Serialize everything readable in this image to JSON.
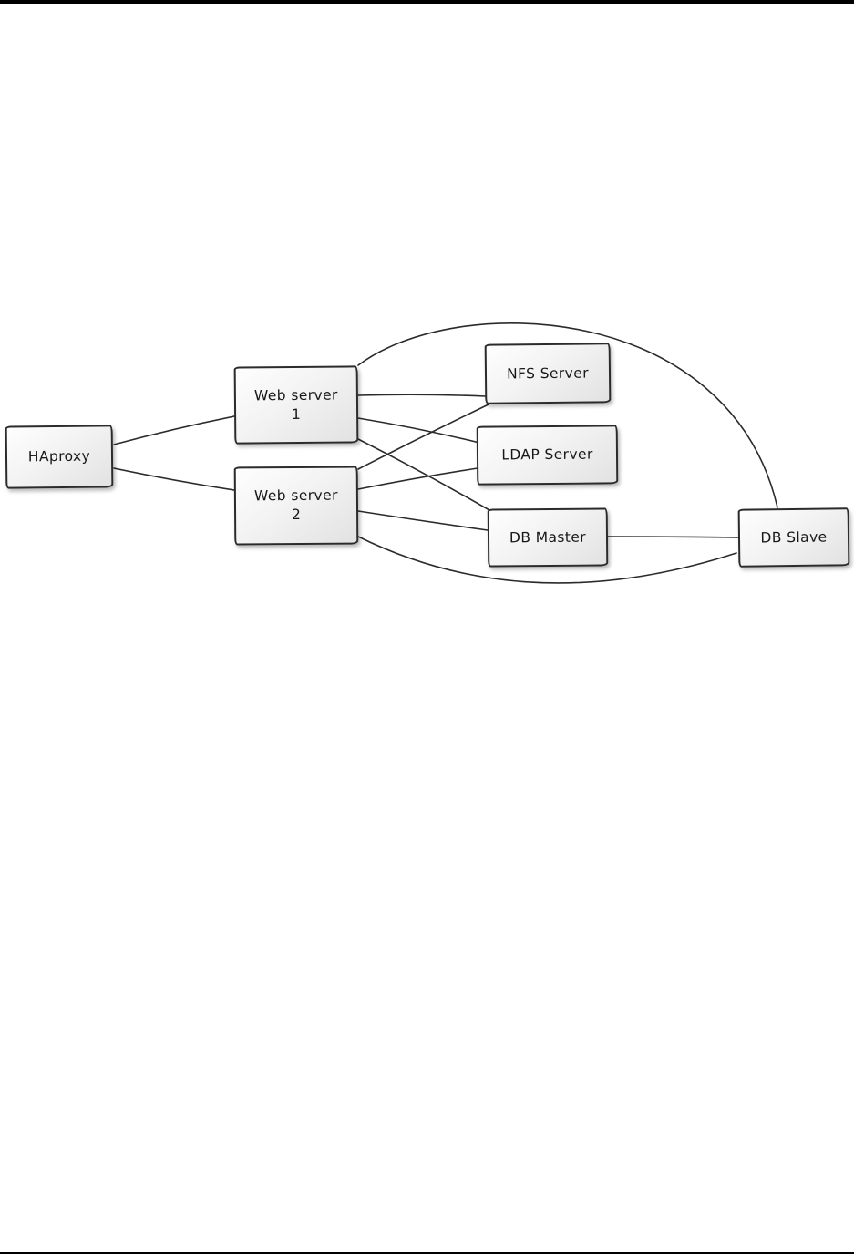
{
  "diagram": {
    "nodes": [
      {
        "id": "haproxy",
        "label": "HAproxy"
      },
      {
        "id": "web-server-1",
        "label": "Web server",
        "sublabel": "1"
      },
      {
        "id": "web-server-2",
        "label": "Web server",
        "sublabel": "2"
      },
      {
        "id": "nfs-server",
        "label": "NFS Server"
      },
      {
        "id": "ldap-server",
        "label": "LDAP Server"
      },
      {
        "id": "db-master",
        "label": "DB Master"
      },
      {
        "id": "db-slave",
        "label": "DB Slave"
      }
    ],
    "edges": [
      {
        "from": "HAproxy",
        "to": "Web server 1"
      },
      {
        "from": "HAproxy",
        "to": "Web server 2"
      },
      {
        "from": "Web server 1",
        "to": "NFS Server"
      },
      {
        "from": "Web server 1",
        "to": "LDAP Server"
      },
      {
        "from": "Web server 1",
        "to": "DB Master"
      },
      {
        "from": "Web server 1",
        "to": "DB Slave"
      },
      {
        "from": "Web server 2",
        "to": "NFS Server"
      },
      {
        "from": "Web server 2",
        "to": "LDAP Server"
      },
      {
        "from": "Web server 2",
        "to": "DB Master"
      },
      {
        "from": "Web server 2",
        "to": "DB Slave"
      },
      {
        "from": "DB Master",
        "to": "DB Slave"
      }
    ],
    "colors": {
      "node_border": "#2b2b2b",
      "node_fill_light": "#fefefe",
      "node_fill_dark": "#e2e2e2",
      "edge": "#2b2b2b",
      "page_rule": "#000000",
      "background": "#ffffff"
    }
  }
}
